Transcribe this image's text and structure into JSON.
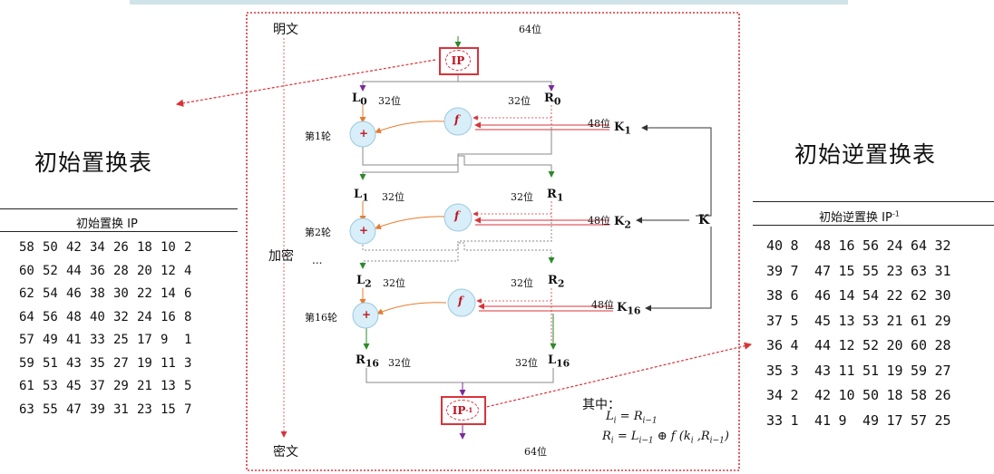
{
  "left_title": "初始置换表",
  "right_title": "初始逆置换表",
  "ip_table": {
    "header": "初始置换 IP",
    "rows": [
      [
        "58",
        "50",
        "42",
        "34",
        "26",
        "18",
        "10",
        "2"
      ],
      [
        "60",
        "52",
        "44",
        "36",
        "28",
        "20",
        "12",
        "4"
      ],
      [
        "62",
        "54",
        "46",
        "38",
        "30",
        "22",
        "14",
        "6"
      ],
      [
        "64",
        "56",
        "48",
        "40",
        "32",
        "24",
        "16",
        "8"
      ],
      [
        "57",
        "49",
        "41",
        "33",
        "25",
        "17",
        "9",
        "1"
      ],
      [
        "59",
        "51",
        "43",
        "35",
        "27",
        "19",
        "11",
        "3"
      ],
      [
        "61",
        "53",
        "45",
        "37",
        "29",
        "21",
        "13",
        "5"
      ],
      [
        "63",
        "55",
        "47",
        "39",
        "31",
        "23",
        "15",
        "7"
      ]
    ]
  },
  "ip_inv_table": {
    "header": "初始逆置换 IP",
    "header_sup": "-1",
    "rows": [
      [
        "40",
        "8",
        "48",
        "16",
        "56",
        "24",
        "64",
        "32"
      ],
      [
        "39",
        "7",
        "47",
        "15",
        "55",
        "23",
        "63",
        "31"
      ],
      [
        "38",
        "6",
        "46",
        "14",
        "54",
        "22",
        "62",
        "30"
      ],
      [
        "37",
        "5",
        "45",
        "13",
        "53",
        "21",
        "61",
        "29"
      ],
      [
        "36",
        "4",
        "44",
        "12",
        "52",
        "20",
        "60",
        "28"
      ],
      [
        "35",
        "3",
        "43",
        "11",
        "51",
        "19",
        "59",
        "27"
      ],
      [
        "34",
        "2",
        "42",
        "10",
        "50",
        "18",
        "58",
        "26"
      ],
      [
        "33",
        "1",
        "41",
        "9",
        "49",
        "17",
        "57",
        "25"
      ]
    ]
  },
  "diagram": {
    "plaintext": "明文",
    "ciphertext": "密文",
    "encrypt": "加密",
    "bits_64_top": "64位",
    "bits_64_bottom": "64位",
    "ip": "IP",
    "ip_inv": "IP",
    "ip_inv_sup": "-1",
    "f": "f",
    "plus": "+",
    "ellipsis": "...",
    "key": "K",
    "rounds": [
      "第1轮",
      "第2轮",
      "第16轮"
    ],
    "bits32": "32位",
    "bits48": "48位",
    "L": [
      "L",
      "L",
      "L",
      "R"
    ],
    "L_sub": [
      "0",
      "1",
      "2",
      "16"
    ],
    "R": [
      "R",
      "R",
      "R",
      "L"
    ],
    "R_sub": [
      "0",
      "1",
      "2",
      "16"
    ],
    "K": [
      "K",
      "K",
      "K"
    ],
    "K_sub": [
      "1",
      "2",
      "16"
    ],
    "note_title": "其中：",
    "formula1": "L_i = R_{i-1}",
    "formula2": "R_i = L_{i-1} ⊕ f(k_i, R_{i-1})"
  },
  "colors": {
    "dotted_frame": "#d9333a",
    "arrow_orange": "#e87b2c",
    "arrow_green": "#2b8a2b",
    "arrow_purple": "#7b2b9a",
    "arrow_red": "#d9333a",
    "circle_fill": "#d8eef8"
  }
}
